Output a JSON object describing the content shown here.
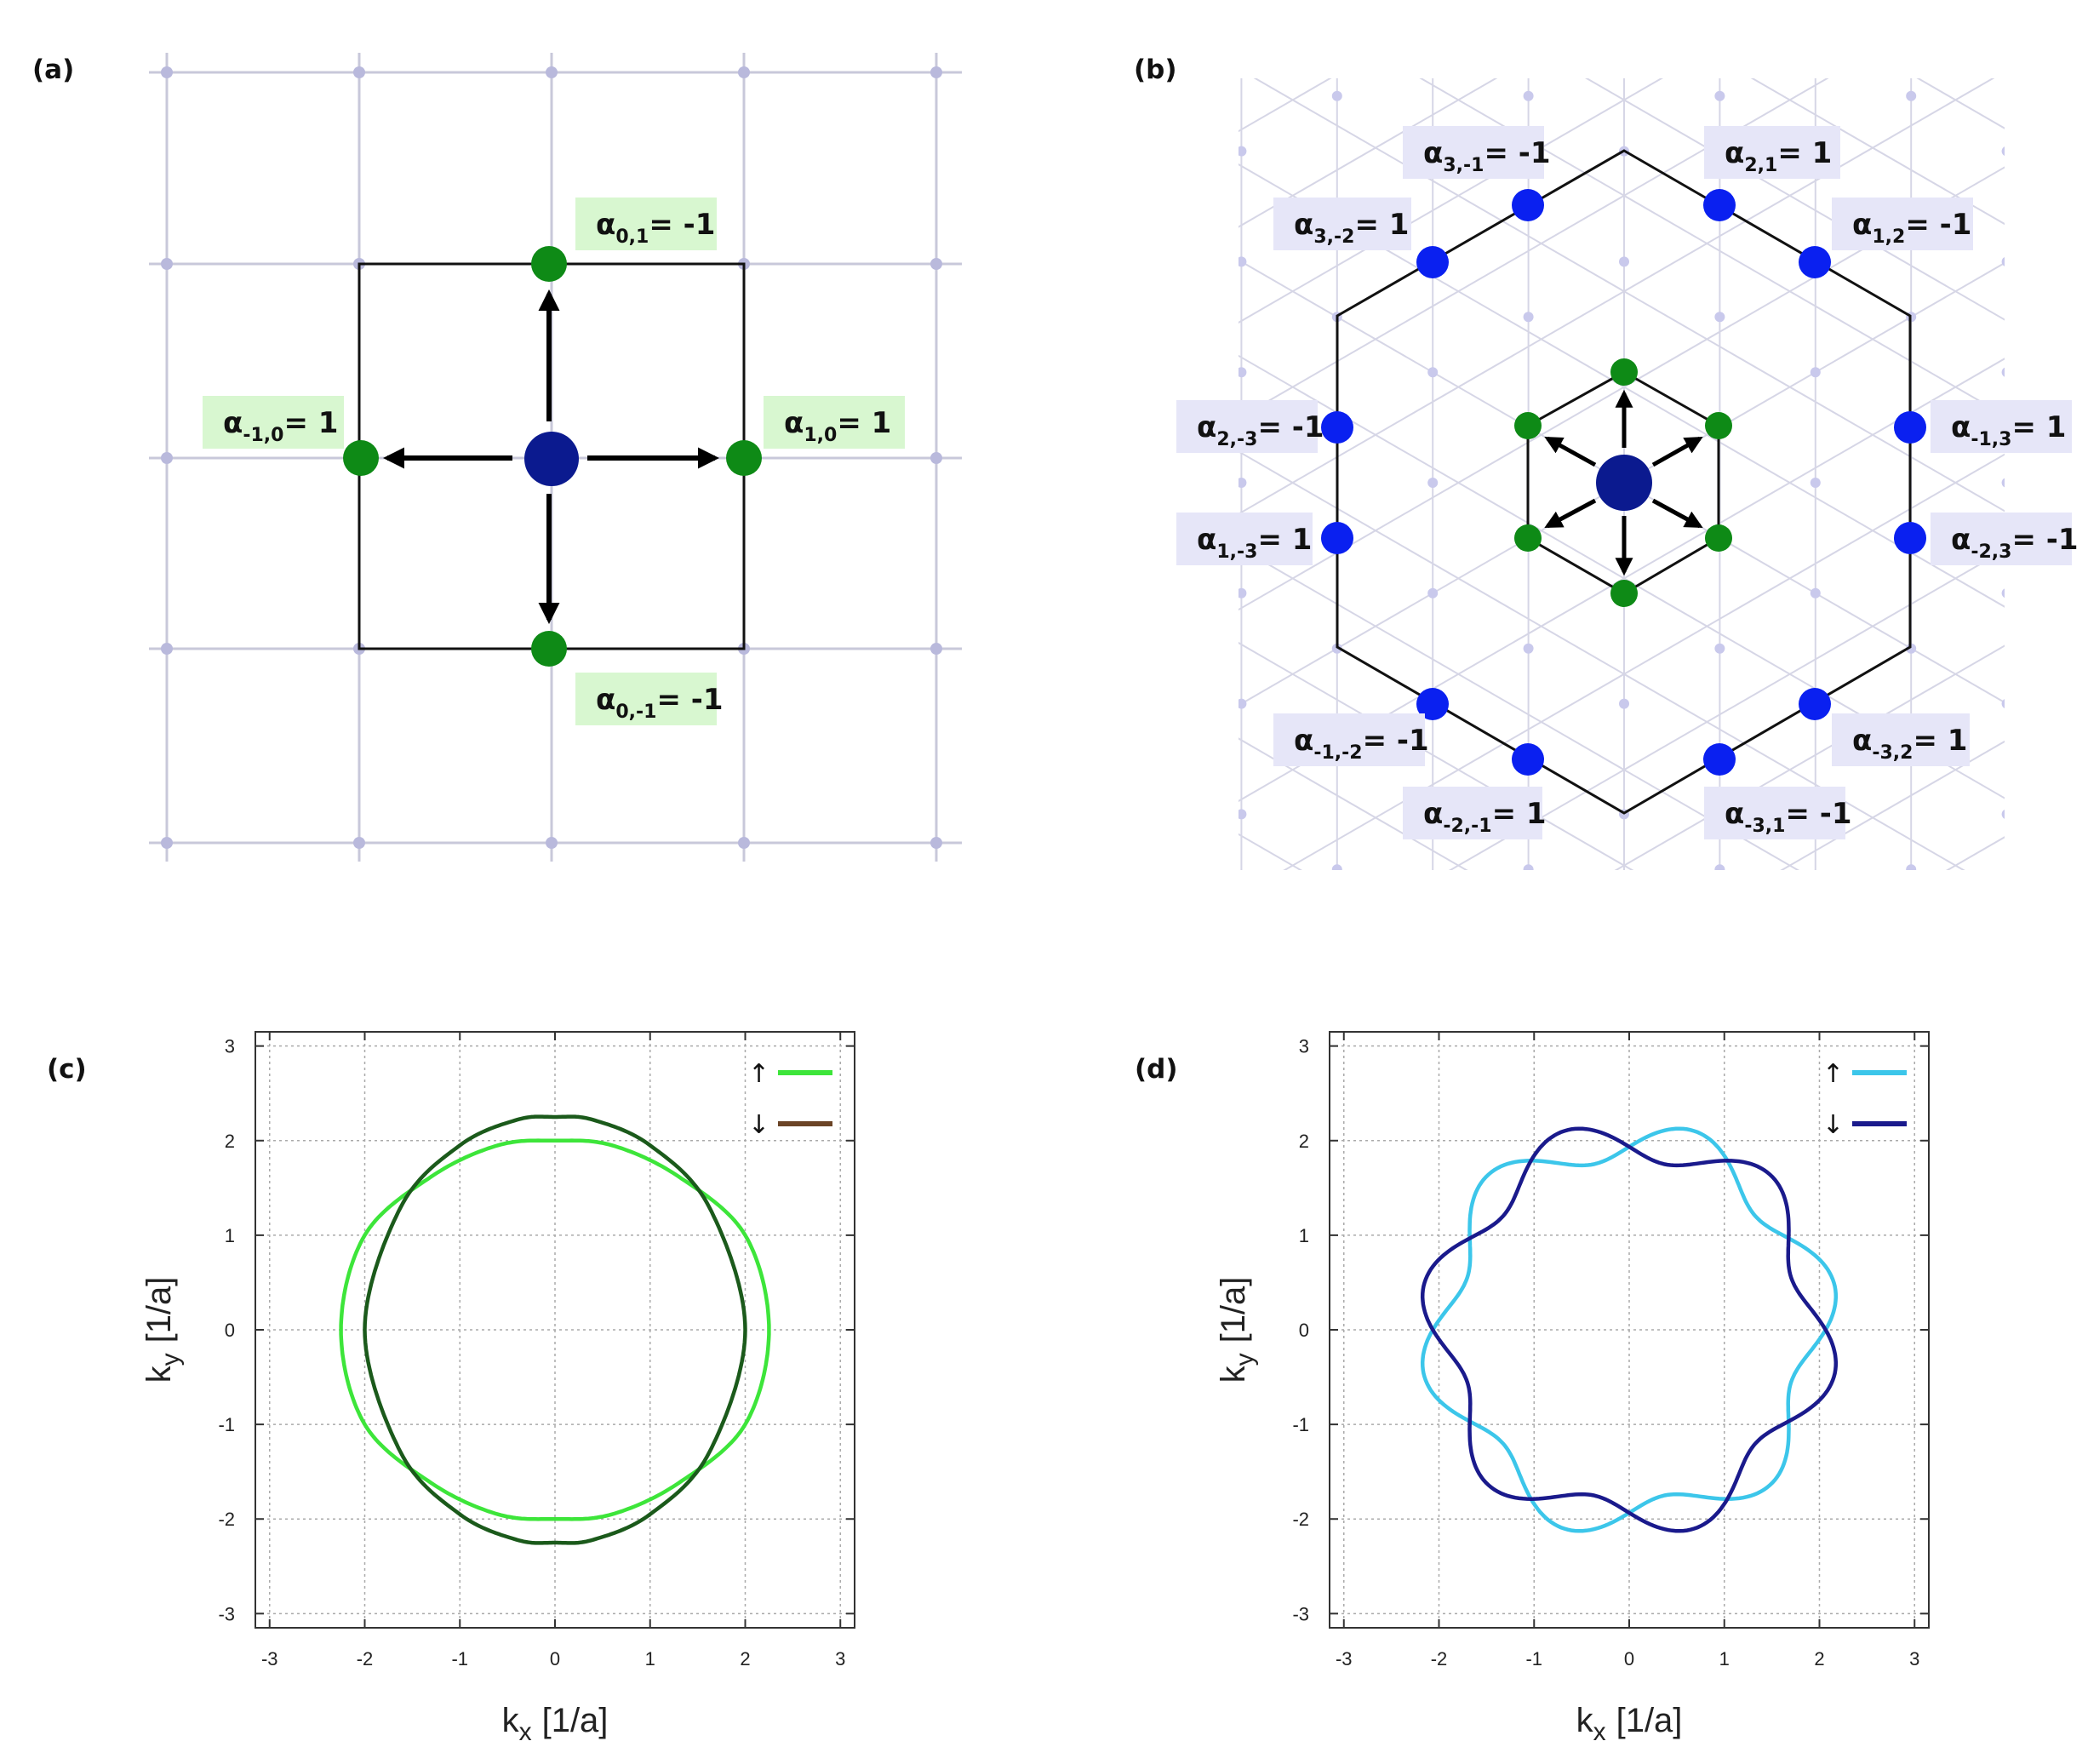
{
  "panels": {
    "a": {
      "label": "(a)",
      "labels": [
        {
          "key": "top",
          "base": "α",
          "sub": "0,1",
          "rest": "= -1"
        },
        {
          "key": "left",
          "base": "α",
          "sub": "-1,0",
          "rest": "= 1"
        },
        {
          "key": "right",
          "base": "α",
          "sub": "1,0",
          "rest": "= 1"
        },
        {
          "key": "bottom",
          "base": "α",
          "sub": "0,-1",
          "rest": "= -1"
        }
      ],
      "colors": {
        "center": "#0b1a8f",
        "neighbor": "#0e8a16",
        "label_bg": "#d8f7d0",
        "grid": "#c8c8da"
      }
    },
    "b": {
      "label": "(b)",
      "labels": [
        {
          "key": "b1",
          "base": "α",
          "sub": "3,-1",
          "rest": "= -1"
        },
        {
          "key": "b2",
          "base": "α",
          "sub": "2,1",
          "rest": "= 1"
        },
        {
          "key": "b3",
          "base": "α",
          "sub": "3,-2",
          "rest": "= 1"
        },
        {
          "key": "b4",
          "base": "α",
          "sub": "1,2",
          "rest": "= -1"
        },
        {
          "key": "b5",
          "base": "α",
          "sub": "2,-3",
          "rest": "= -1"
        },
        {
          "key": "b6",
          "base": "α",
          "sub": "-1,3",
          "rest": "= 1"
        },
        {
          "key": "b7",
          "base": "α",
          "sub": "1,-3",
          "rest": "= 1"
        },
        {
          "key": "b8",
          "base": "α",
          "sub": "-2,3",
          "rest": "= -1"
        },
        {
          "key": "b9",
          "base": "α",
          "sub": "-1,-2",
          "rest": "= -1"
        },
        {
          "key": "b10",
          "base": "α",
          "sub": "-3,2",
          "rest": "= 1"
        },
        {
          "key": "b11",
          "base": "α",
          "sub": "-2,-1",
          "rest": "= 1"
        },
        {
          "key": "b12",
          "base": "α",
          "sub": "-3,1",
          "rest": "= -1"
        }
      ],
      "colors": {
        "center": "#0b1a8f",
        "outer": "#0a20f0",
        "inner": "#0e8a16",
        "label_bg": "#e6e6f8",
        "grid": "#d6d6e6"
      }
    }
  },
  "chart_data": [
    {
      "panel": "(c)",
      "type": "line",
      "xlabel_base": "k",
      "xlabel_sub": "x",
      "xlabel_unit": "[1/a]",
      "ylabel_base": "k",
      "ylabel_sub": "y",
      "ylabel_unit": "[1/a]",
      "xlim": [
        -3.15,
        3.15
      ],
      "ylim": [
        -3.15,
        3.15
      ],
      "xticks": [
        "-3",
        "-2",
        "-1",
        "0",
        "1",
        "2",
        "3"
      ],
      "yticks": [
        "-3",
        "-2",
        "-1",
        "0",
        "1",
        "2",
        "3"
      ],
      "grid": true,
      "legend": "top-right",
      "series": [
        {
          "name": "↑",
          "color": "#3de53a",
          "shape": "square",
          "points": [
            [
              2.25,
              0
            ],
            [
              2.0,
              1.0
            ],
            [
              1.3,
              1.62
            ],
            [
              0.6,
              1.95
            ],
            [
              0,
              2.0
            ],
            [
              -0.6,
              1.95
            ],
            [
              -1.3,
              1.62
            ],
            [
              -2.0,
              1.0
            ],
            [
              -2.25,
              0
            ],
            [
              -2.0,
              -1.0
            ],
            [
              -1.3,
              -1.62
            ],
            [
              -0.6,
              -1.95
            ],
            [
              0,
              -2.0
            ],
            [
              0.6,
              -1.95
            ],
            [
              1.3,
              -1.62
            ],
            [
              2.0,
              -1.0
            ]
          ]
        },
        {
          "name": "↓",
          "color": "#1b5a1b",
          "legend_color": "#6b4426",
          "shape": "square",
          "points": [
            [
              2.0,
              0
            ],
            [
              1.62,
              1.3
            ],
            [
              1.0,
              1.95
            ],
            [
              0.4,
              2.22
            ],
            [
              0,
              2.25
            ],
            [
              -0.4,
              2.22
            ],
            [
              -1.0,
              1.95
            ],
            [
              -1.62,
              1.3
            ],
            [
              -2.0,
              0
            ],
            [
              -1.62,
              -1.3
            ],
            [
              -1.0,
              -1.95
            ],
            [
              -0.4,
              -2.22
            ],
            [
              0,
              -2.25
            ],
            [
              0.4,
              -2.22
            ],
            [
              1.0,
              -1.95
            ],
            [
              1.62,
              -1.3
            ]
          ]
        }
      ]
    },
    {
      "panel": "(d)",
      "type": "line",
      "xlabel_base": "k",
      "xlabel_sub": "x",
      "xlabel_unit": "[1/a]",
      "ylabel_base": "k",
      "ylabel_sub": "y",
      "ylabel_unit": "[1/a]",
      "xlim": [
        -3.15,
        3.15
      ],
      "ylim": [
        -3.15,
        3.15
      ],
      "xticks": [
        "-3",
        "-2",
        "-1",
        "0",
        "1",
        "2",
        "3"
      ],
      "yticks": [
        "-3",
        "-2",
        "-1",
        "0",
        "1",
        "2",
        "3"
      ],
      "grid": true,
      "legend": "top-right",
      "series": [
        {
          "name": "↑",
          "color": "#3cc6ea",
          "shape": "hexagonal",
          "r0": 2.0,
          "amp": 0.21,
          "phase_deg": 72
        },
        {
          "name": "↓",
          "color": "#1a1a8c",
          "shape": "hexagonal",
          "r0": 2.0,
          "amp": 0.21,
          "phase_deg": 108
        }
      ]
    }
  ]
}
